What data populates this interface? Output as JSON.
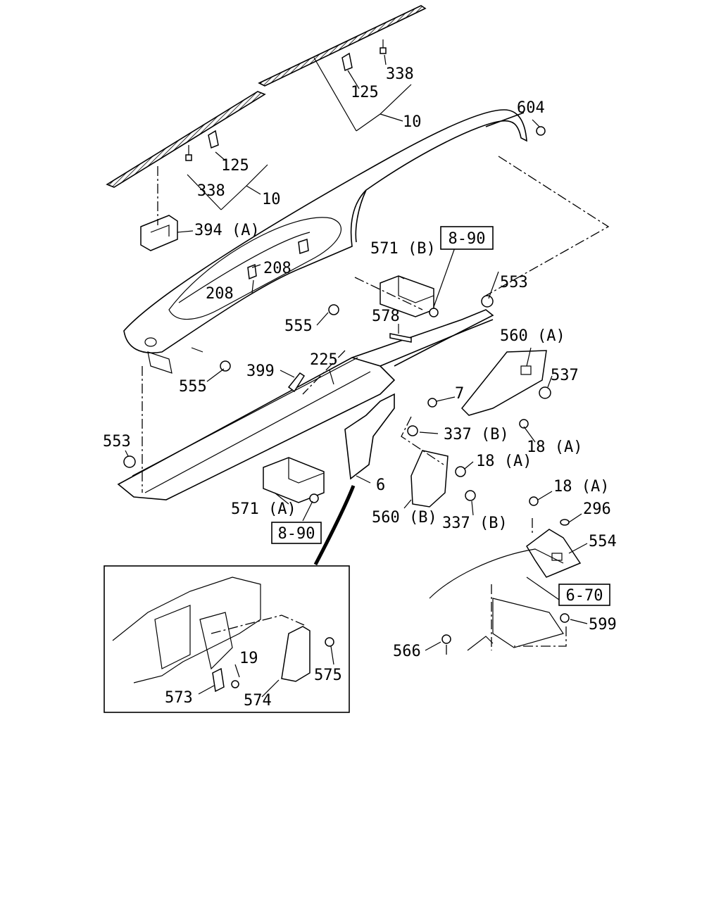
{
  "labels": {
    "l338_top": "338",
    "l125_top": "125",
    "l10_top": "10",
    "l604": "604",
    "l125_left": "125",
    "l338_left": "338",
    "l10_left": "10",
    "l394a": "394 (A)",
    "l208_a": "208",
    "l208_b": "208",
    "l571b": "571 (B)",
    "l553_top": "553",
    "l555_a": "555",
    "l578": "578",
    "l560a": "560 (A)",
    "l537": "537",
    "l399": "399",
    "l225": "225",
    "l555_b": "555",
    "l7": "7",
    "l337b_a": "337 (B)",
    "l18a_a": "18 (A)",
    "l553_left": "553",
    "l18a_b": "18 (A)",
    "l6": "6",
    "l571a": "571 (A)",
    "l560b": "560 (B)",
    "l337b_b": "337 (B)",
    "l18a_c": "18 (A)",
    "l296": "296",
    "l554": "554",
    "l599": "599",
    "l566": "566",
    "l19": "19",
    "l575": "575",
    "l573": "573",
    "l574": "574"
  },
  "refs": {
    "r890_top": "8-90",
    "r890_bottom": "8-90",
    "r670": "6-70"
  }
}
